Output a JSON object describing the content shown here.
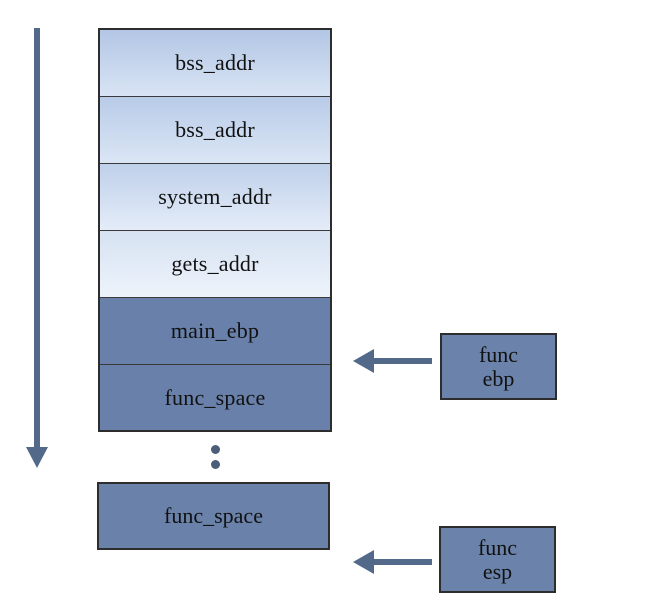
{
  "diagram": {
    "stack_cells": [
      {
        "label": "bss_addr"
      },
      {
        "label": "bss_addr"
      },
      {
        "label": "system_addr"
      },
      {
        "label": "gets_addr"
      },
      {
        "label": "main_ebp"
      },
      {
        "label": "func_space"
      }
    ],
    "bottom_box": {
      "label": "func_space"
    },
    "registers": {
      "ebp": {
        "line1": "func",
        "line2": "ebp"
      },
      "esp": {
        "line1": "func",
        "line2": "esp"
      }
    },
    "colors": {
      "light_fill": "#c8d8ef",
      "dark_fill": "#6981aa",
      "arrow": "#53698a",
      "border": "#2d2d2d"
    },
    "icons": {
      "direction_arrow": "down-arrow-icon",
      "pointer_arrow": "left-arrow-icon",
      "ellipsis": "vertical-ellipsis-icon"
    }
  }
}
